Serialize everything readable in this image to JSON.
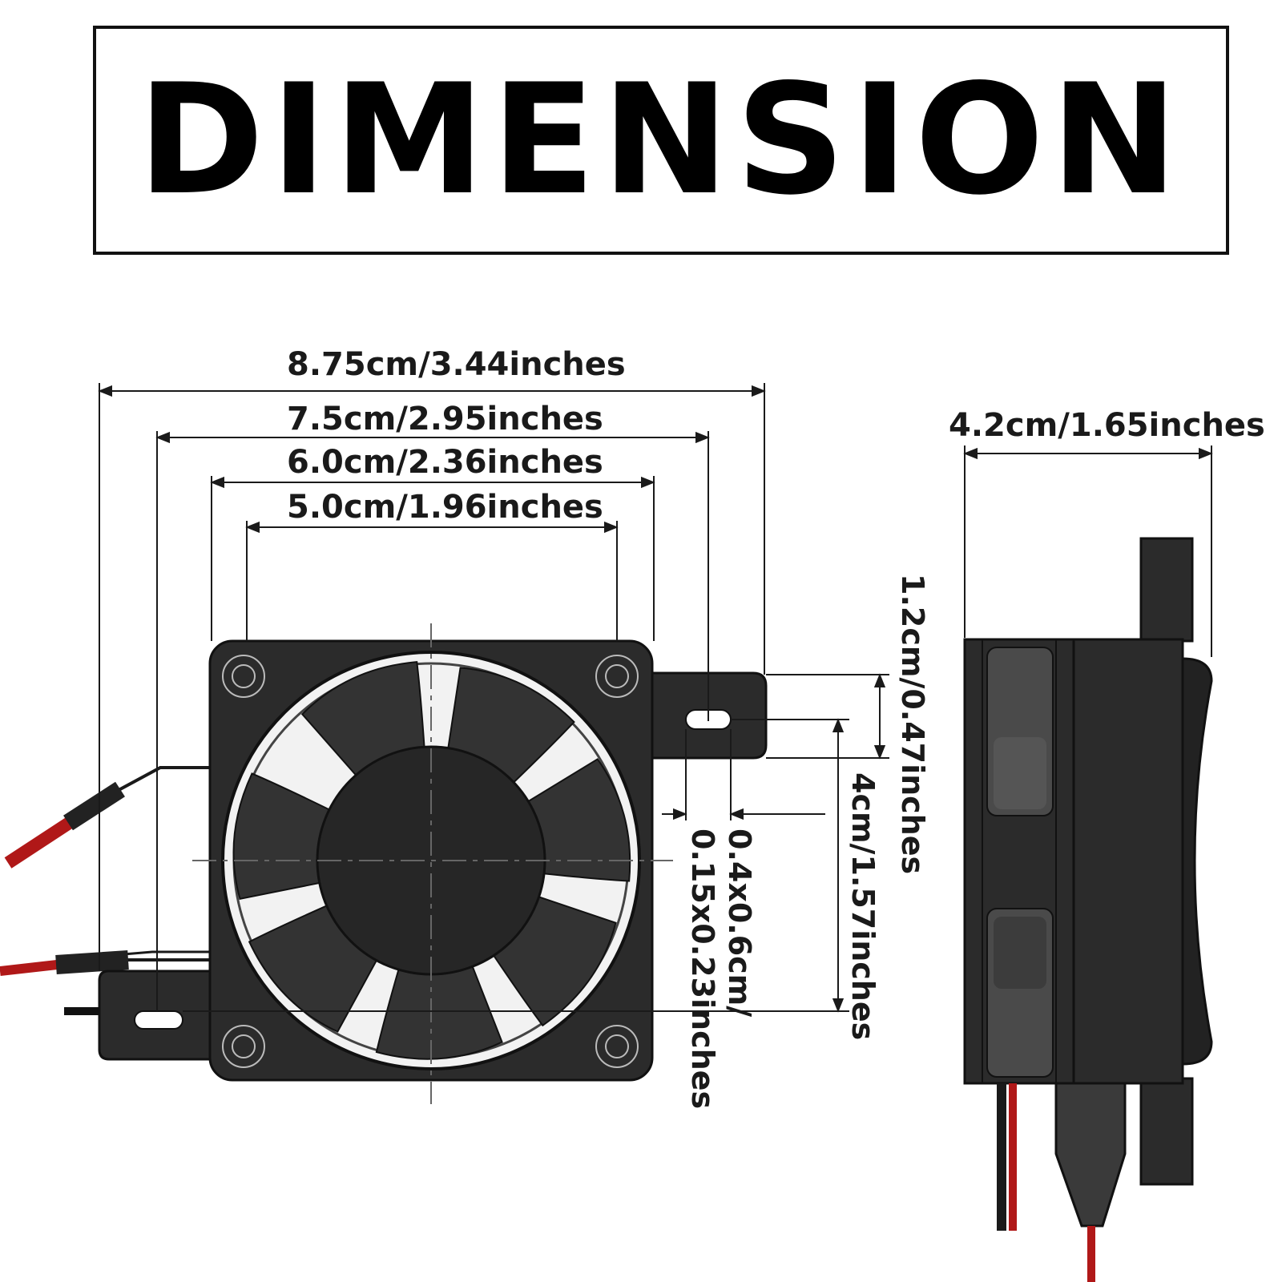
{
  "title": "DIMENSION",
  "dimensions": {
    "overall_width": "8.75cm/3.44inches",
    "mount_hole_span": "7.5cm/2.95inches",
    "fan_width": "6.0cm/2.36inches",
    "fan_hole_span": "5.0cm/1.96inches",
    "depth": "4.2cm/1.65inches",
    "tab_height": "1.2cm/0.47inches",
    "slot_size_line1": "0.4x0.6cm/",
    "slot_size_line2": "0.15x0.23inches",
    "slot_span": "4cm/1.57inches"
  },
  "colors": {
    "body": "#2b2b2b",
    "blade": "#3a3a3a",
    "wire_red": "#b01818",
    "line": "#1a1a1a"
  }
}
